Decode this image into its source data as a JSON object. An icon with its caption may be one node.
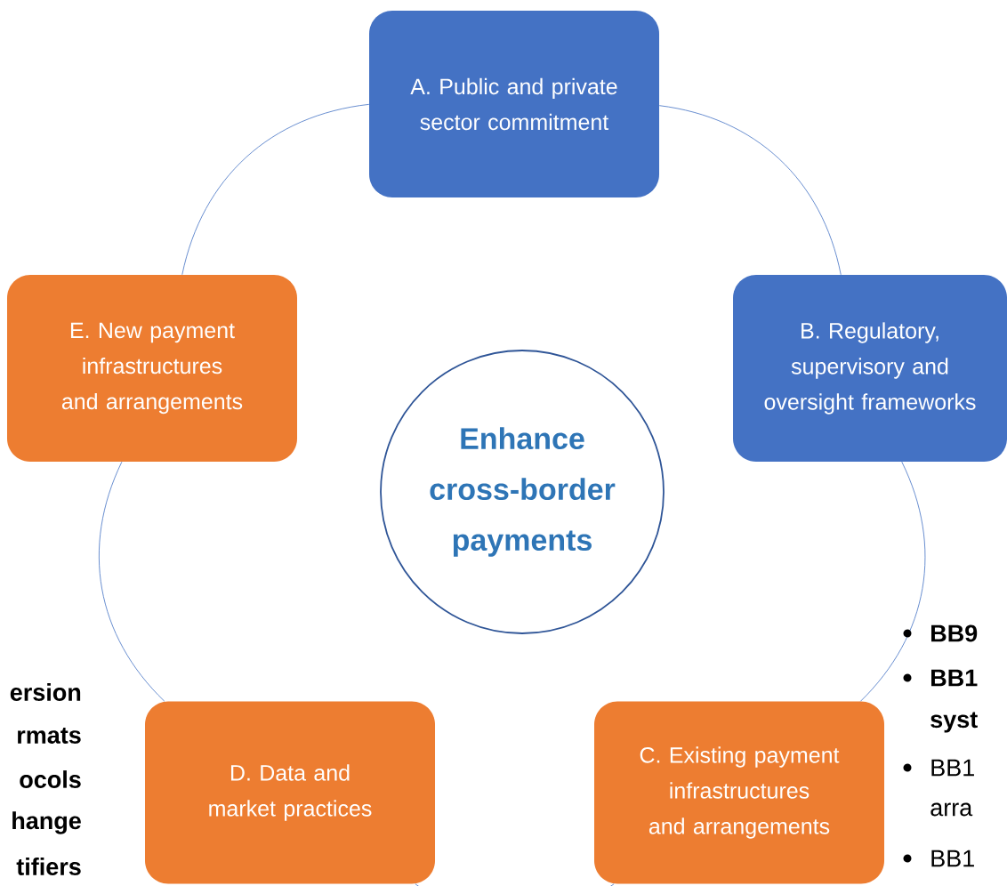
{
  "diagram": {
    "nodes": [
      {
        "text": [
          "A. Public and private sector commitment"
        ]
      },
      {
        "text": [
          "E. New payment infrastructures and arrangements"
        ]
      },
      {
        "text": [
          "B. Regulatory, supervisory and oversight frameworks"
        ]
      },
      {
        "text": [
          "Enhance cross-border payments"
        ]
      },
      {
        "text": [
          "D. Data and market practices"
        ]
      },
      {
        "text": [
          "C. Existing payment infrastructures and arrangements"
        ]
      }
    ],
    "edges": [
      {
        "from": 0,
        "to": 1,
        "arrow": "none"
      },
      {
        "from": 1,
        "to": 4,
        "arrow": "none"
      },
      {
        "from": 4,
        "to": 5,
        "arrow": "none"
      },
      {
        "from": 5,
        "to": 2,
        "arrow": "none"
      },
      {
        "from": 2,
        "to": 0,
        "arrow": "none"
      }
    ],
    "labels": [
      "ersion",
      "rmats",
      "ocols",
      "hange",
      "tifiers",
      "BB9",
      "BB1",
      "syst",
      "BB1",
      "arra",
      "BB1"
    ]
  }
}
